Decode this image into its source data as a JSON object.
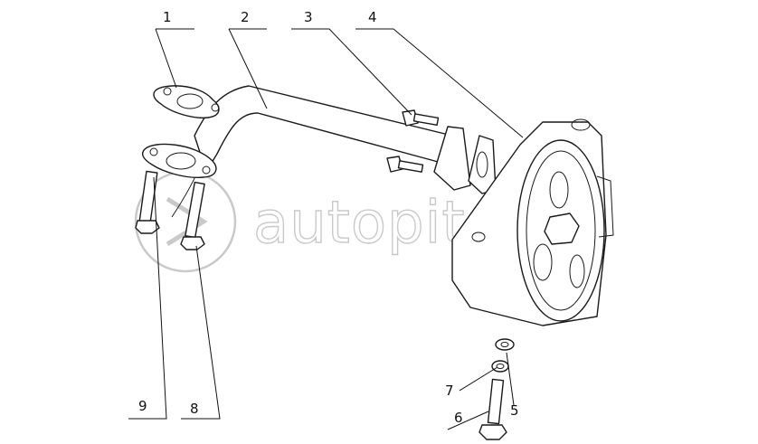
{
  "diagram": {
    "callouts": [
      {
        "id": "1",
        "label": "1"
      },
      {
        "id": "2",
        "label": "2"
      },
      {
        "id": "3",
        "label": "3"
      },
      {
        "id": "4",
        "label": "4"
      },
      {
        "id": "5",
        "label": "5"
      },
      {
        "id": "6",
        "label": "6"
      },
      {
        "id": "7",
        "label": "7"
      },
      {
        "id": "8",
        "label": "8"
      },
      {
        "id": "9",
        "label": "9"
      }
    ],
    "watermark": "autopiter.ru"
  },
  "colors": {
    "line": "#1a1a1a",
    "watermark": "#c9c9c9",
    "background": "#ffffff"
  }
}
